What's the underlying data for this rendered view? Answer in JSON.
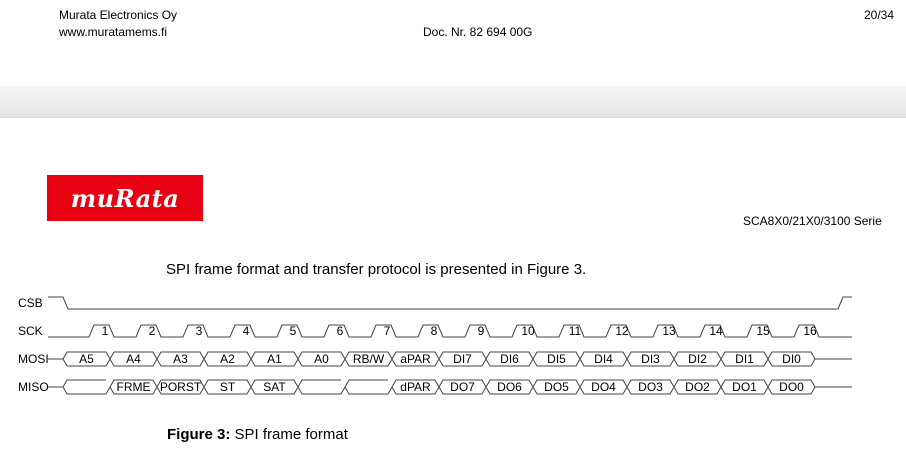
{
  "header": {
    "company": "Murata Electronics Oy",
    "website": "www.muratamems.fi",
    "doc_number": "Doc. Nr. 82 694 00G",
    "page": "20/34"
  },
  "logo": {
    "text": "muRata",
    "color": "#e60012"
  },
  "series": "SCA8X0/21X0/3100 Serie",
  "intro": "SPI frame format and transfer protocol is presented in Figure 3.",
  "diagram": {
    "signals": [
      "CSB",
      "SCK",
      "MOSI",
      "MISO"
    ],
    "sck_cycles": [
      "1",
      "2",
      "3",
      "4",
      "5",
      "6",
      "7",
      "8",
      "9",
      "10",
      "11",
      "12",
      "13",
      "14",
      "15",
      "16"
    ],
    "mosi": [
      "A5",
      "A4",
      "A3",
      "A2",
      "A1",
      "A0",
      "RB/W",
      "aPAR",
      "DI7",
      "DI6",
      "DI5",
      "DI4",
      "DI3",
      "DI2",
      "DI1",
      "DI0"
    ],
    "miso": [
      "",
      "FRME",
      "PORST",
      "ST",
      "SAT",
      "",
      "",
      "dPAR",
      "DO7",
      "DO6",
      "DO5",
      "DO4",
      "DO3",
      "DO2",
      "DO1",
      "DO0"
    ]
  },
  "caption": {
    "label": "Figure 3:",
    "text": " SPI frame format"
  }
}
